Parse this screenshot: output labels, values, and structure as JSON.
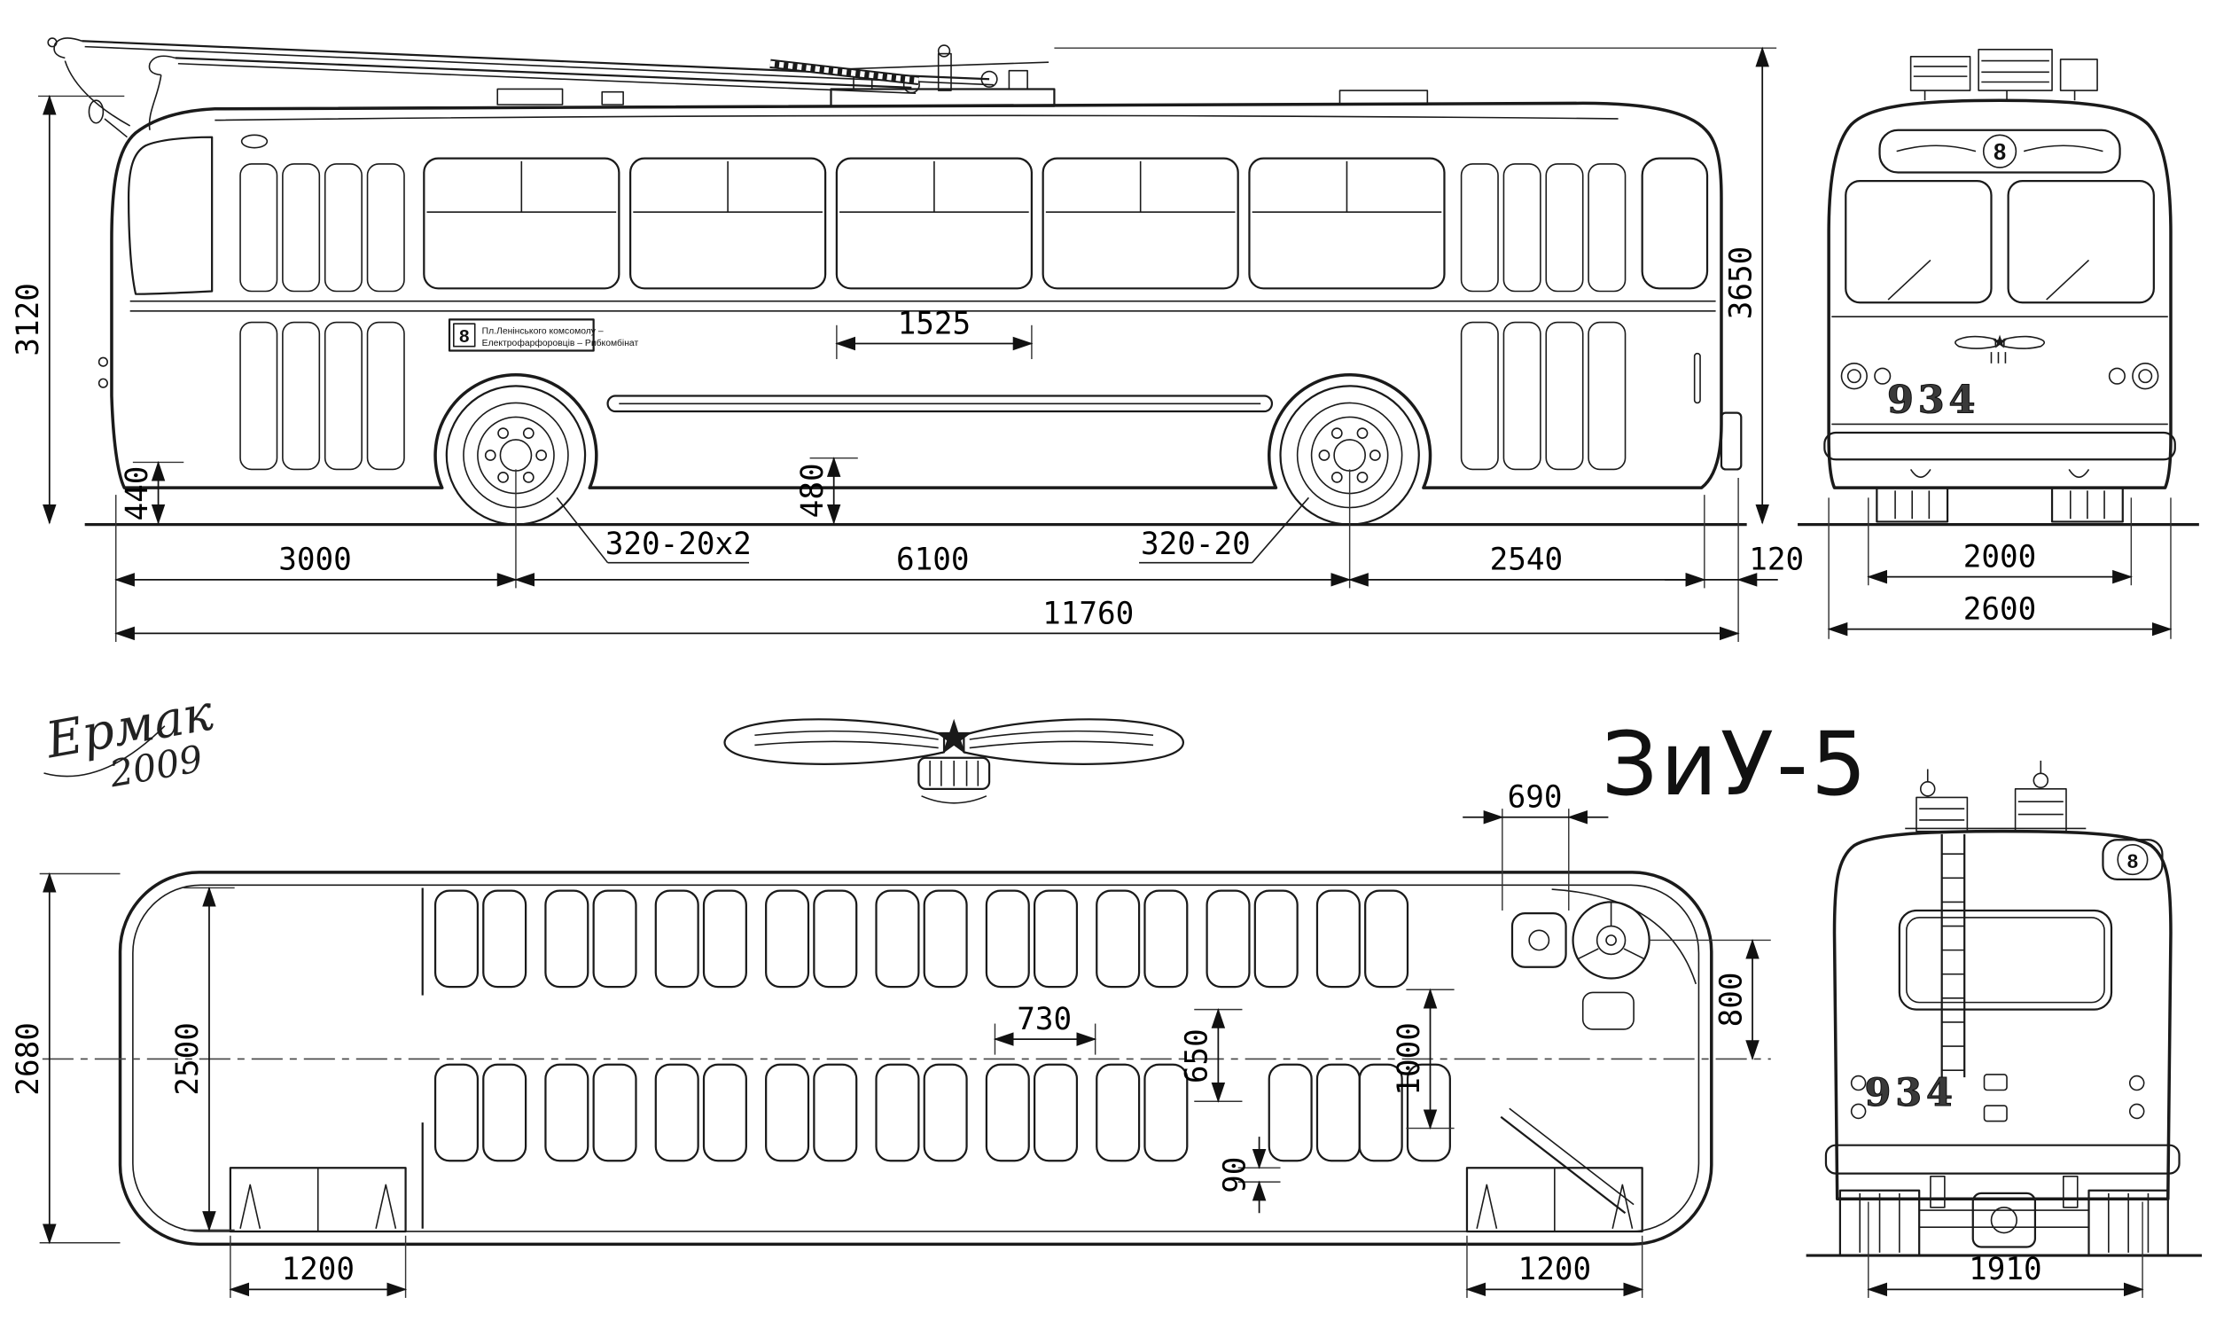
{
  "title": "ЗиУ-5",
  "signature": {
    "name": "Ермак",
    "year": "2009"
  },
  "vehicle_number": "934",
  "route_number": "8",
  "logo": {
    "star": "★"
  },
  "route_sign": {
    "number": "8",
    "line1": "Пл.Ленінського комсомолу –",
    "line2": "Електрофарфоровців – Рибкомбінат"
  },
  "side_view": {
    "overall_height": "3650",
    "body_height": "3120",
    "front_floor_height": "440",
    "mid_floor_height": "480",
    "window_width": "1525",
    "front_overhang": "3000",
    "wheelbase": "6100",
    "rear_overhang": "2540",
    "rear_projection": "120",
    "overall_length": "11760",
    "front_tyres": "320-20x2",
    "rear_tyres": "320-20"
  },
  "front_view": {
    "track_width": "2000",
    "overall_width": "2600"
  },
  "plan_view": {
    "overall_width": "2680",
    "interior_width": "2500",
    "seat_pitch": "730",
    "seat_row_width": "650",
    "front_platform": "1000",
    "step_gap": "90",
    "trolley_offset": "690",
    "driver_offset": "800",
    "rear_door_width": "1200",
    "front_door_width": "1200"
  },
  "rear_view": {
    "track_width": "1910"
  }
}
